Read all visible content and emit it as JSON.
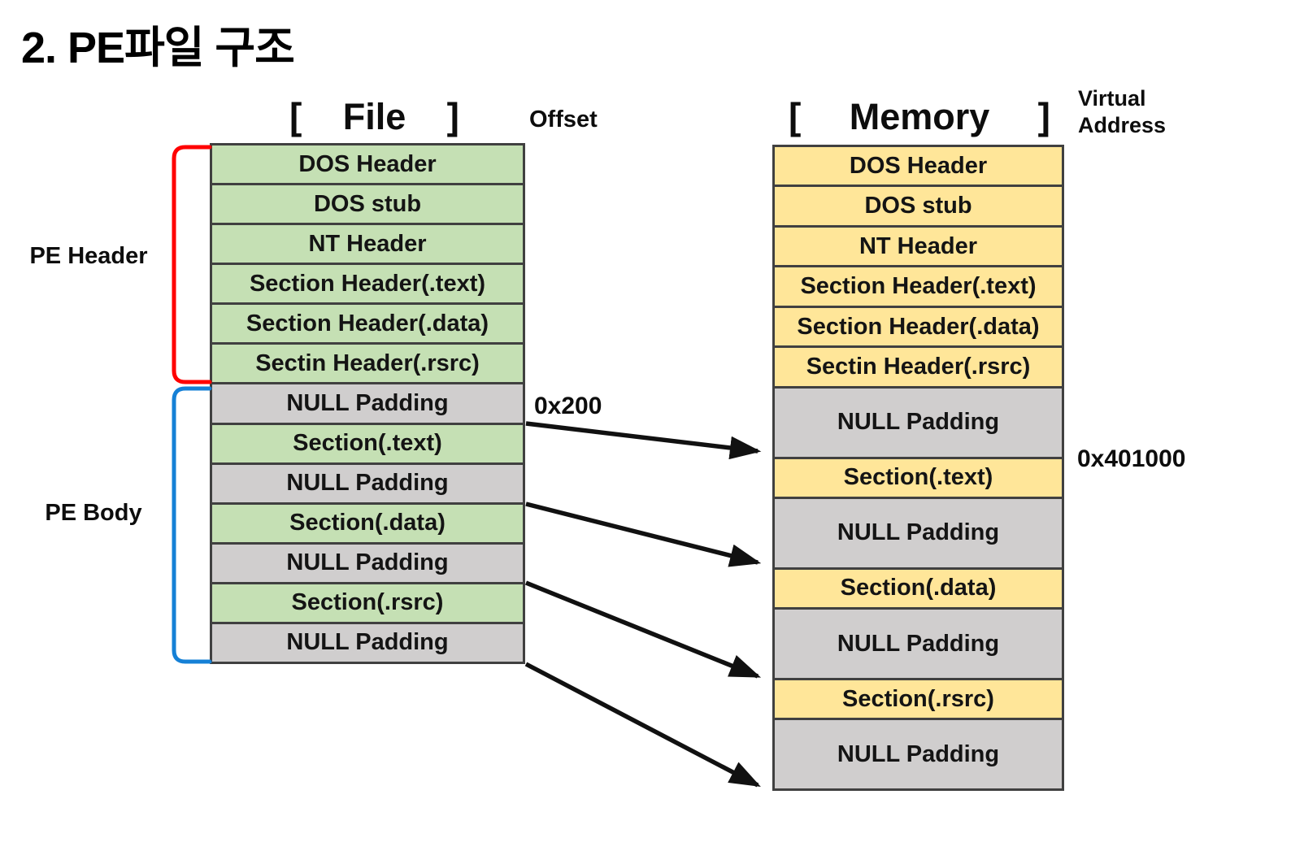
{
  "page": {
    "title": "2. PE파일 구조"
  },
  "file_column": {
    "bracket_open": "[",
    "title": "File",
    "bracket_close": "]",
    "offset_label": "Offset",
    "rows": [
      {
        "label": "DOS Header",
        "kind": "header"
      },
      {
        "label": "DOS stub",
        "kind": "header"
      },
      {
        "label": "NT Header",
        "kind": "header"
      },
      {
        "label": "Section Header(.text)",
        "kind": "header"
      },
      {
        "label": "Section Header(.data)",
        "kind": "header"
      },
      {
        "label": "Sectin Header(.rsrc)",
        "kind": "header"
      },
      {
        "label": "NULL Padding",
        "kind": "padding"
      },
      {
        "label": "Section(.text)",
        "kind": "section"
      },
      {
        "label": "NULL Padding",
        "kind": "padding"
      },
      {
        "label": "Section(.data)",
        "kind": "section"
      },
      {
        "label": "NULL Padding",
        "kind": "padding"
      },
      {
        "label": "Section(.rsrc)",
        "kind": "section"
      },
      {
        "label": "NULL Padding",
        "kind": "padding"
      }
    ]
  },
  "memory_column": {
    "bracket_open": "[",
    "title": "Memory",
    "bracket_close": "]",
    "address_label_line1": "Virtual",
    "address_label_line2": "Address",
    "rows": [
      {
        "label": "DOS Header",
        "kind": "header"
      },
      {
        "label": "DOS stub",
        "kind": "header"
      },
      {
        "label": "NT Header",
        "kind": "header"
      },
      {
        "label": "Section Header(.text)",
        "kind": "header"
      },
      {
        "label": "Section Header(.data)",
        "kind": "header"
      },
      {
        "label": "Sectin Header(.rsrc)",
        "kind": "header"
      },
      {
        "label": "NULL Padding",
        "kind": "padding"
      },
      {
        "label": "Section(.text)",
        "kind": "section"
      },
      {
        "label": "NULL Padding",
        "kind": "padding"
      },
      {
        "label": "Section(.data)",
        "kind": "section"
      },
      {
        "label": "NULL Padding",
        "kind": "padding"
      },
      {
        "label": "Section(.rsrc)",
        "kind": "section"
      },
      {
        "label": "NULL Padding",
        "kind": "padding"
      }
    ]
  },
  "annotations": {
    "pe_header": "PE Header",
    "pe_body": "PE Body",
    "file_offset_value": "0x200",
    "virtual_address_value": "0x401000"
  },
  "colors": {
    "file_section_green": "#C5E0B4",
    "memory_section_yellow": "#FFE699",
    "padding_gray": "#D0CECE",
    "border_dark": "#404040",
    "pe_header_bracket_red": "#FF0000",
    "pe_body_bracket_blue": "#1580D6",
    "arrow_black": "#111111"
  }
}
